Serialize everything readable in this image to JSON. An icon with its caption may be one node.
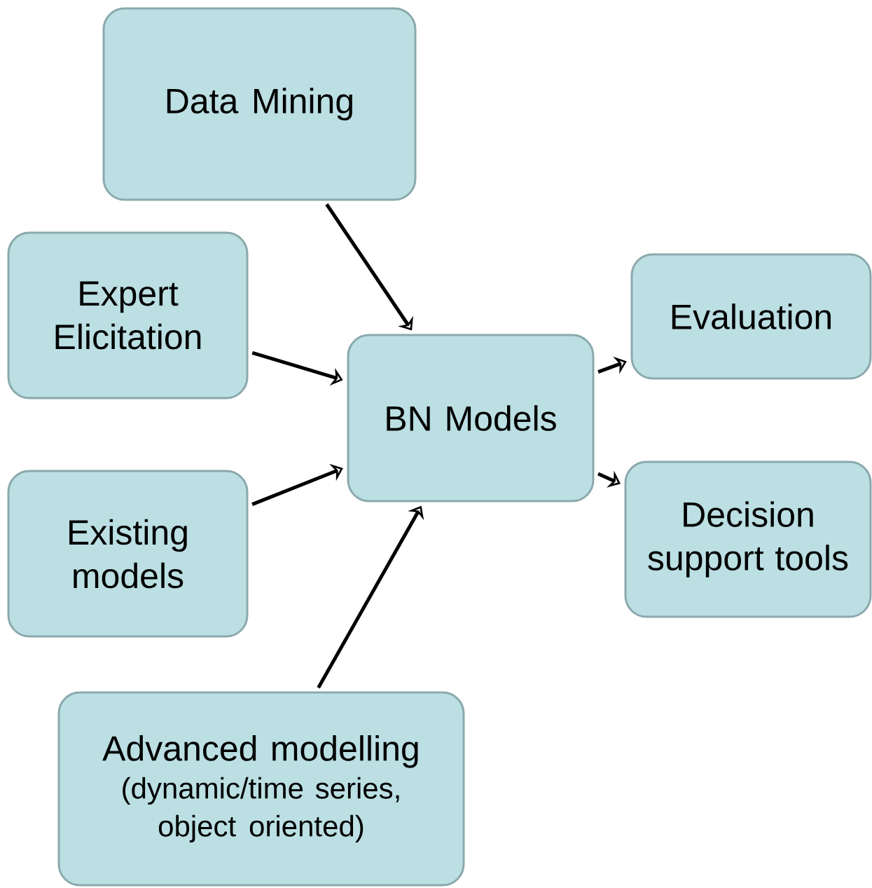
{
  "diagram": {
    "nodes": [
      {
        "text": [
          "Data Mining"
        ]
      },
      {
        "text": [
          "Expert Elicitation"
        ]
      },
      {
        "text": [
          "Existing models"
        ]
      },
      {
        "text": [
          "Advanced modelling",
          "(dynamic/time series, object oriented)"
        ]
      },
      {
        "text": [
          "BN Models"
        ]
      },
      {
        "text": [
          "Evaluation"
        ]
      },
      {
        "text": [
          "Decision support tools"
        ]
      }
    ],
    "edges": [
      {
        "from": 0,
        "to": 4,
        "arrow": "to"
      },
      {
        "from": 1,
        "to": 4,
        "arrow": "to"
      },
      {
        "from": 2,
        "to": 4,
        "arrow": "to"
      },
      {
        "from": 3,
        "to": 4,
        "arrow": "to"
      },
      {
        "from": 4,
        "to": 5,
        "arrow": "to"
      },
      {
        "from": 4,
        "to": 6,
        "arrow": "to"
      }
    ]
  }
}
